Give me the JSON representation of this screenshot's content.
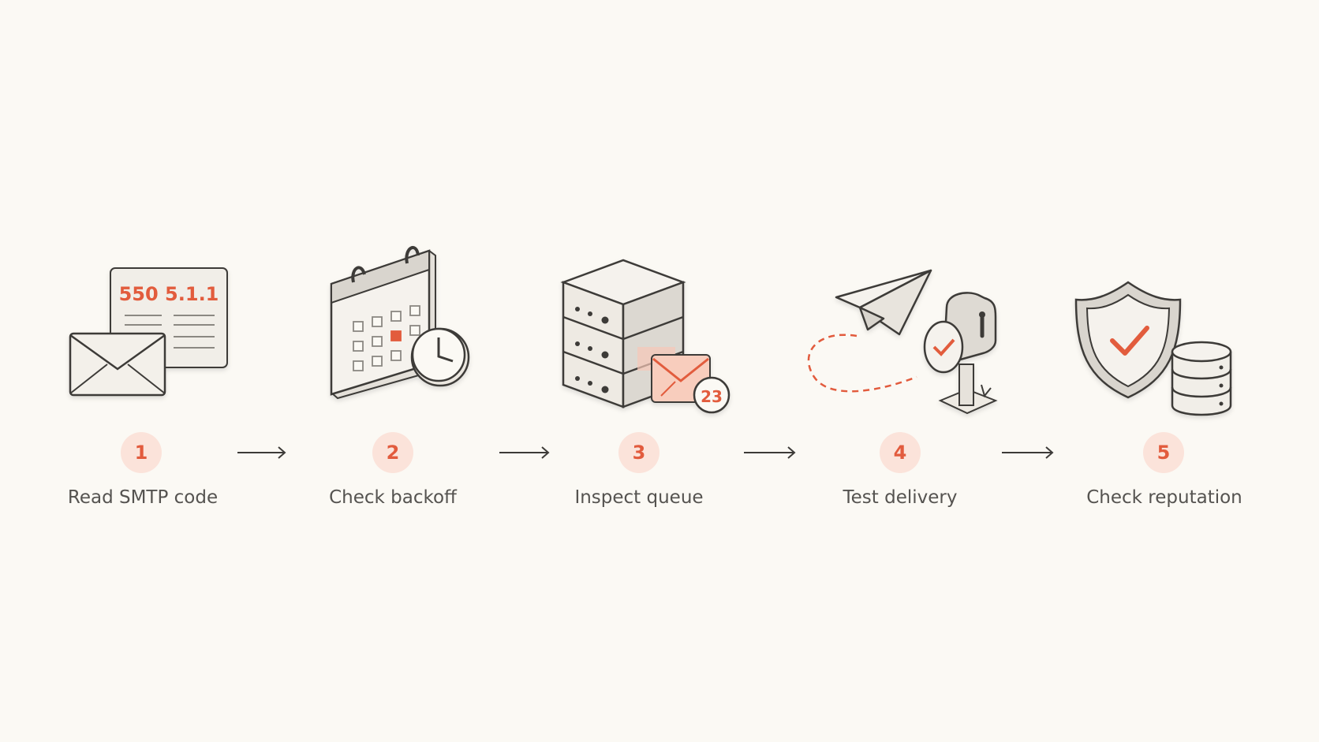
{
  "steps": [
    {
      "number": "1",
      "label": "Read SMTP code",
      "icon": "smtp-error-envelope-icon",
      "code_text": "550 5.1.1"
    },
    {
      "number": "2",
      "label": "Check backoff",
      "icon": "calendar-clock-icon"
    },
    {
      "number": "3",
      "label": "Inspect queue",
      "icon": "server-queue-icon",
      "queue_count": "23"
    },
    {
      "number": "4",
      "label": "Test delivery",
      "icon": "paper-plane-mailbox-icon"
    },
    {
      "number": "5",
      "label": "Check reputation",
      "icon": "shield-database-icon"
    }
  ],
  "colors": {
    "background": "#fbf9f4",
    "accent": "#e25b3d",
    "badge_fill": "#fbe3da",
    "stroke": "#3d3b38",
    "icon_fill": "#f1eee8",
    "text": "#555350"
  }
}
